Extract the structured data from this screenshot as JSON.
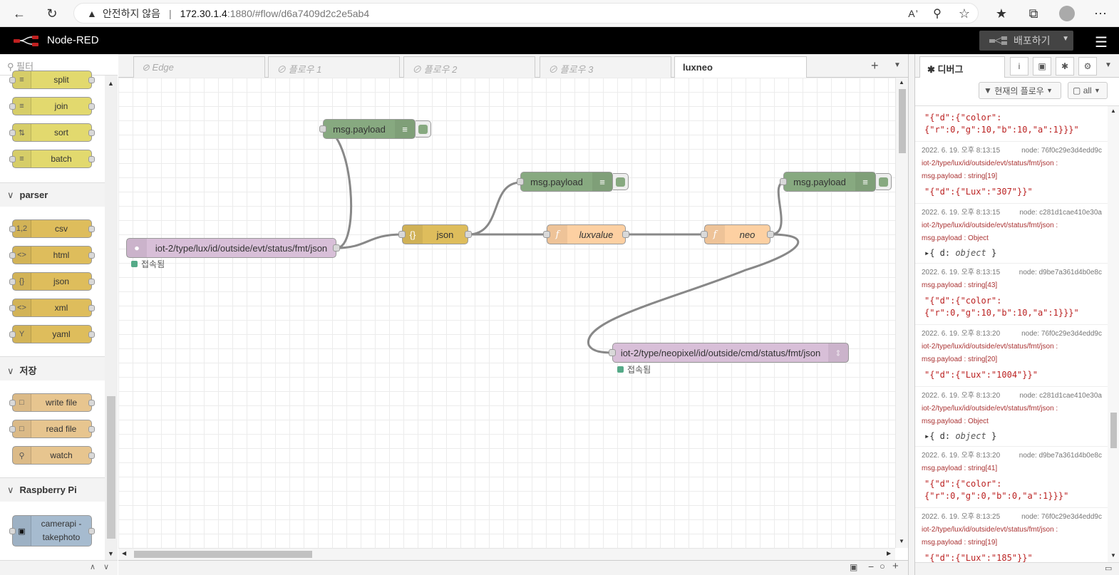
{
  "browser": {
    "security_warning": "안전하지 않음",
    "url_host": "172.30.1.4",
    "url_path": ":1880/#flow/d6a7409d2c2e5ab4"
  },
  "app": {
    "title": "Node-RED",
    "deploy_label": "배포하기"
  },
  "palette": {
    "filter_placeholder": "필터",
    "categories": {
      "parser": "parser",
      "storage": "저장",
      "raspberry": "Raspberry Pi"
    },
    "sequence_nodes": [
      "split",
      "join",
      "sort",
      "batch"
    ],
    "parser_nodes": [
      "csv",
      "html",
      "json",
      "xml",
      "yaml"
    ],
    "storage_nodes": [
      "write file",
      "read file",
      "watch"
    ],
    "raspberry_nodes": [
      "camerapi -\ntakephoto"
    ]
  },
  "tabs": [
    "Edge",
    "플로우 1",
    "플로우 2",
    "플로우 3",
    "luxneo"
  ],
  "flow": {
    "debug1": "msg.payload",
    "debug2": "msg.payload",
    "debug3": "msg.payload",
    "mqtt_in": "iot-2/type/lux/id/outside/evt/status/fmt/json",
    "mqtt_in_status": "접속됨",
    "json": "json",
    "func1": "luxvalue",
    "func2": "neo",
    "mqtt_out": "iot-2/type/neopixel/id/outside/cmd/status/fmt/json",
    "mqtt_out_status": "접속됨"
  },
  "sidebar": {
    "tab_label": "디버그",
    "filter_label": "현재의 플로우",
    "clear_label": "all",
    "messages": [
      {
        "value": "\"{\"d\":{\"color\":\n{\"r\":0,\"g\":10,\"b\":10,\"a\":1}}}\""
      },
      {
        "time": "2022. 6. 19. 오후 8:13:15",
        "node": "node: 76f0c29e3d4edd9c",
        "topic": "iot-2/type/lux/id/outside/evt/status/fmt/json :",
        "type": "msg.payload : string[19]",
        "value": "\"{\"d\":{\"Lux\":\"307\"}}\""
      },
      {
        "time": "2022. 6. 19. 오후 8:13:15",
        "node": "node: c281d1cae410e30a",
        "topic": "iot-2/type/lux/id/outside/evt/status/fmt/json :",
        "type": "msg.payload : Object",
        "object": "object"
      },
      {
        "time": "2022. 6. 19. 오후 8:13:15",
        "node": "node: d9be7a361d4b0e8c",
        "type": "msg.payload : string[43]",
        "value": "\"{\"d\":{\"color\":\n{\"r\":0,\"g\":10,\"b\":10,\"a\":1}}}\""
      },
      {
        "time": "2022. 6. 19. 오후 8:13:20",
        "node": "node: 76f0c29e3d4edd9c",
        "topic": "iot-2/type/lux/id/outside/evt/status/fmt/json :",
        "type": "msg.payload : string[20]",
        "value": "\"{\"d\":{\"Lux\":\"1004\"}}\""
      },
      {
        "time": "2022. 6. 19. 오후 8:13:20",
        "node": "node: c281d1cae410e30a",
        "topic": "iot-2/type/lux/id/outside/evt/status/fmt/json :",
        "type": "msg.payload : Object",
        "object": "object"
      },
      {
        "time": "2022. 6. 19. 오후 8:13:20",
        "node": "node: d9be7a361d4b0e8c",
        "type": "msg.payload : string[41]",
        "value": "\"{\"d\":{\"color\":\n{\"r\":0,\"g\":0,\"b\":0,\"a\":1}}}\""
      },
      {
        "time": "2022. 6. 19. 오후 8:13:25",
        "node": "node: 76f0c29e3d4edd9c",
        "topic": "iot-2/type/lux/id/outside/evt/status/fmt/json :",
        "type": "msg.payload : string[19]",
        "value": "\"{\"d\":{\"Lux\":\"185\"}}\""
      }
    ]
  },
  "colors": {
    "debug_node": "#87a980",
    "function_node": "#fdd0a2",
    "json_node": "#debd5c",
    "mqtt_node": "#d8bfd8",
    "sequence_node": "#e2d96e",
    "storage_node": "#e7e7ae",
    "raspberry_node": "#a6bbcf"
  }
}
